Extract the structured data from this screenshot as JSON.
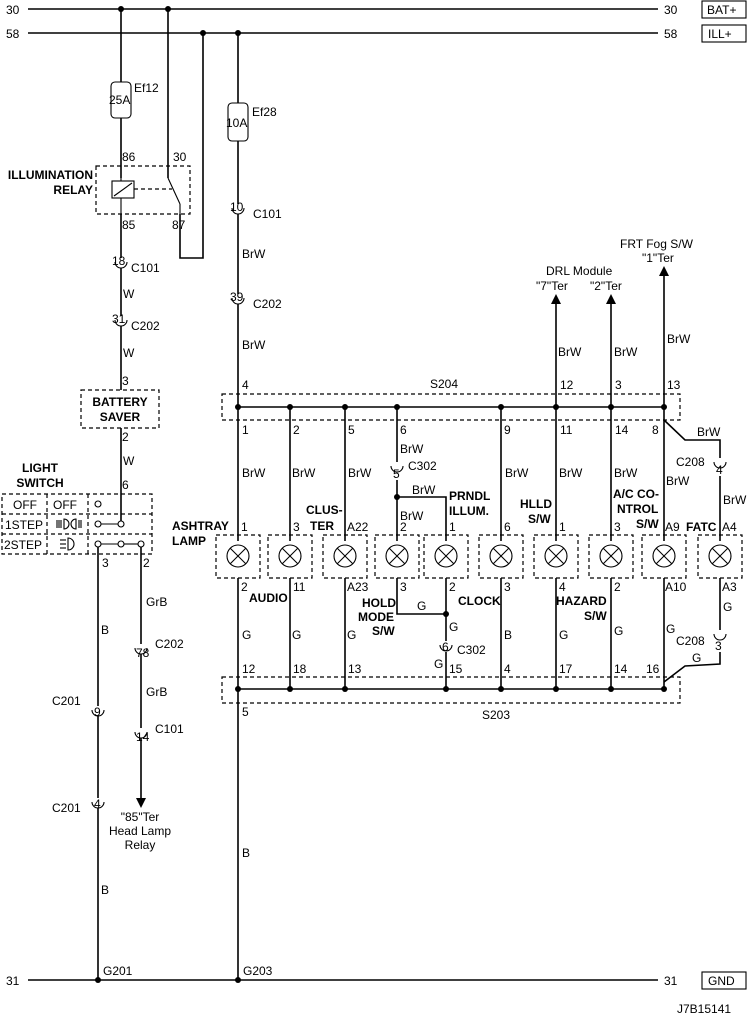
{
  "rails": {
    "bat": {
      "num_left": "30",
      "num_right": "30",
      "tag": "BAT+"
    },
    "ill": {
      "num_left": "58",
      "num_right": "58",
      "tag": "ILL+"
    },
    "gnd": {
      "num_left": "31",
      "num_right": "31",
      "tag": "GND"
    }
  },
  "fuses": {
    "ef12": {
      "name": "Ef12",
      "rating": "25A"
    },
    "ef28": {
      "name": "Ef28",
      "rating": "10A"
    }
  },
  "relay": {
    "title1": "ILLUMINATION",
    "title2": "RELAY",
    "p86": "86",
    "p30": "30",
    "p85": "85",
    "p87": "87"
  },
  "connectors": {
    "c101_10": {
      "pin": "10",
      "name": "C101"
    },
    "c101_18": {
      "pin": "18",
      "name": "C101"
    },
    "c202_31": {
      "pin": "31",
      "name": "C202"
    },
    "c202_39": {
      "pin": "39",
      "name": "C202"
    },
    "c302_5": {
      "pin": "5",
      "name": "C302"
    },
    "c302_6": {
      "pin": "6",
      "name": "C302"
    },
    "c208_4": {
      "pin": "4",
      "name": "C208"
    },
    "c208_3": {
      "pin": "3",
      "name": "C208"
    },
    "c202_78": {
      "pin": "78",
      "name": "C202"
    },
    "c101_14": {
      "pin": "14",
      "name": "C101"
    },
    "c201_9": {
      "pin": "9",
      "name": "C201"
    },
    "c201_4": {
      "pin": "4",
      "name": "C201"
    }
  },
  "battery_saver": {
    "line1": "BATTERY",
    "line2": "SAVER",
    "pin_in": "3",
    "pin_out": "2"
  },
  "light_switch": {
    "title1": "LIGHT",
    "title2": "SWITCH",
    "pin_in": "6",
    "pin_b": "3",
    "pin_grb": "2",
    "rows": [
      [
        "OFF",
        "OFF"
      ],
      [
        "1STEP",
        ""
      ],
      [
        "2STEP",
        ""
      ]
    ]
  },
  "splices": {
    "s204": "S204",
    "s203": "S203"
  },
  "s204_pins": [
    "4",
    "1",
    "2",
    "5",
    "6",
    "9",
    "11",
    "12",
    "14",
    "3",
    "8",
    "13"
  ],
  "s203_pins": [
    "12",
    "18",
    "13",
    "15",
    "4",
    "17",
    "14",
    "16",
    "5"
  ],
  "destinations": {
    "drl": {
      "line1": "DRL Module",
      "ter1": "\"7\"Ter",
      "ter2": "\"2\"Ter"
    },
    "fog": {
      "line1": "FRT Fog S/W",
      "ter": "\"1\"Ter"
    },
    "headlamp": {
      "line1": "\"85\"Ter",
      "line2": "Head Lamp",
      "line3": "Relay"
    }
  },
  "wire_colors": {
    "brw": "BrW",
    "w": "W",
    "b": "B",
    "g": "G",
    "grb": "GrB"
  },
  "lamps": [
    {
      "label": [
        "ASHTRAY",
        "LAMP"
      ],
      "pin_top": "1",
      "pin_bot": "2",
      "sub": "AUDIO"
    },
    {
      "label": [],
      "pin_top": "3",
      "pin_bot": "11",
      "sub": ""
    },
    {
      "label": [
        "CLUS-",
        "TER"
      ],
      "pin_top": "A22",
      "pin_bot": "A23",
      "sub": ""
    },
    {
      "label": [
        "HOLD",
        "MODE",
        "S/W"
      ],
      "pin_top": "2",
      "pin_bot": "3",
      "sub": ""
    },
    {
      "label": [
        "PRNDL",
        "ILLUM."
      ],
      "pin_top": "1",
      "pin_bot": "2",
      "sub": "CLOCK"
    },
    {
      "label": [],
      "pin_top": "6",
      "pin_bot": "3",
      "sub": ""
    },
    {
      "label": [
        "HLLD",
        "S/W"
      ],
      "pin_top": "1",
      "pin_bot": "4",
      "sub": ""
    },
    {
      "label": [
        "HAZARD",
        "S/W"
      ],
      "pin_top": "3",
      "pin_bot": "2",
      "sub": ""
    },
    {
      "label": [
        "A/C CO-",
        "NTROL",
        "S/W"
      ],
      "pin_top": "A9",
      "pin_bot": "A10",
      "sub": ""
    },
    {
      "label": [
        "FATC"
      ],
      "pin_top": "A4",
      "pin_bot": "A3",
      "sub": ""
    }
  ],
  "grounds": {
    "g201": "G201",
    "g203": "G203"
  },
  "figure_id": "J7B15141"
}
